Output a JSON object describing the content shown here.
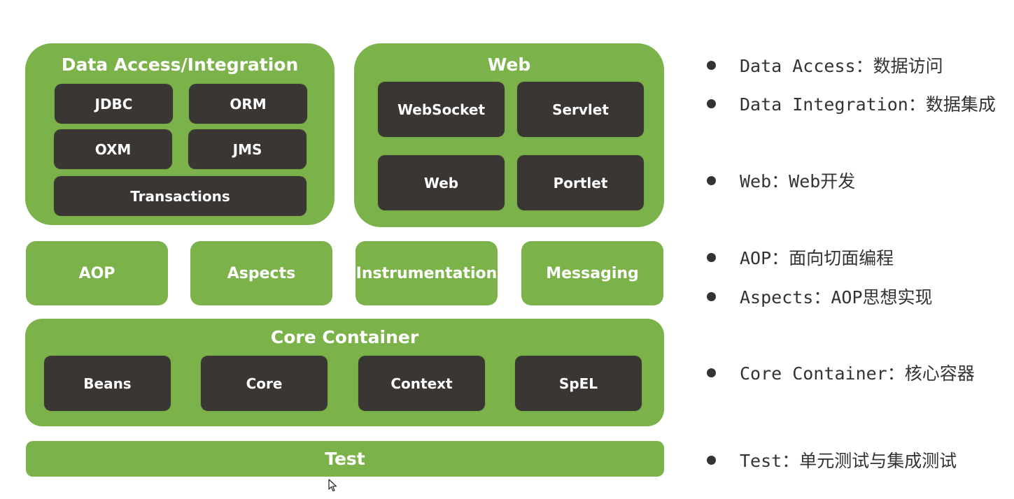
{
  "diagram": {
    "data_access": {
      "title": "Data Access/Integration",
      "modules": [
        "JDBC",
        "ORM",
        "OXM",
        "JMS",
        "Transactions"
      ]
    },
    "web": {
      "title": "Web",
      "modules": [
        "WebSocket",
        "Servlet",
        "Web",
        "Portlet"
      ]
    },
    "middle_row": [
      "AOP",
      "Aspects",
      "Instrumentation",
      "Messaging"
    ],
    "core_container": {
      "title": "Core Container",
      "modules": [
        "Beans",
        "Core",
        "Context",
        "SpEL"
      ]
    },
    "test": {
      "title": "Test"
    }
  },
  "notes": [
    "Data Access：数据访问",
    "Data Integration：数据集成",
    "Web：Web开发",
    "AOP：面向切面编程",
    "Aspects：AOP思想实现",
    "Core Container：核心容器",
    "Test：单元测试与集成测试"
  ],
  "colors": {
    "green": "#7cb24a",
    "dark": "#3a3634",
    "text": "#333333"
  },
  "icons": {
    "cursor": "mouse-pointer-icon"
  }
}
